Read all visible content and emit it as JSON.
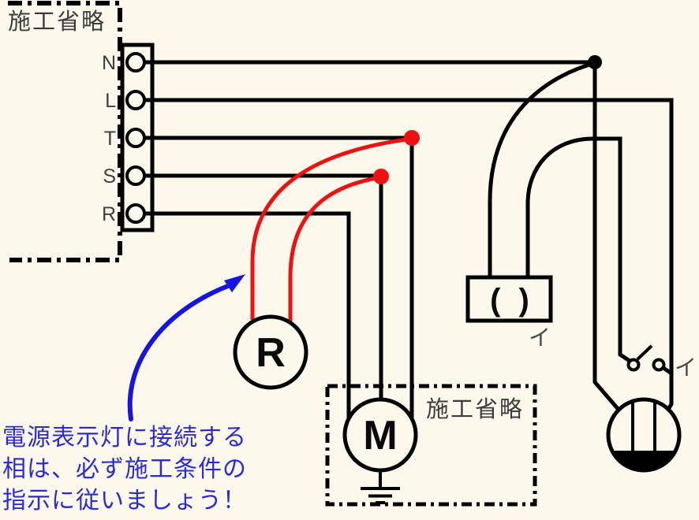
{
  "colors": {
    "background": "#fcf8ec",
    "wire_black": "#000000",
    "wire_red": "#ee1111",
    "annotation_blue": "#1515e0",
    "label_gray": "#3c3c3c"
  },
  "source_panel": {
    "region_label": "施工省略",
    "terminals": [
      "N",
      "L",
      "T",
      "S",
      "R"
    ]
  },
  "devices": {
    "pilot_lamp": {
      "label": "R"
    },
    "motor": {
      "label": "M",
      "region_label": "施工省略"
    },
    "ceiling_light": {
      "label": "( )",
      "circuit_mark": "イ"
    },
    "switch": {
      "circuit_mark": "イ"
    }
  },
  "annotation": {
    "lines": [
      "電源表示灯に接続する",
      "相は、必ず施工条件の",
      "指示に従いましょう！"
    ]
  }
}
